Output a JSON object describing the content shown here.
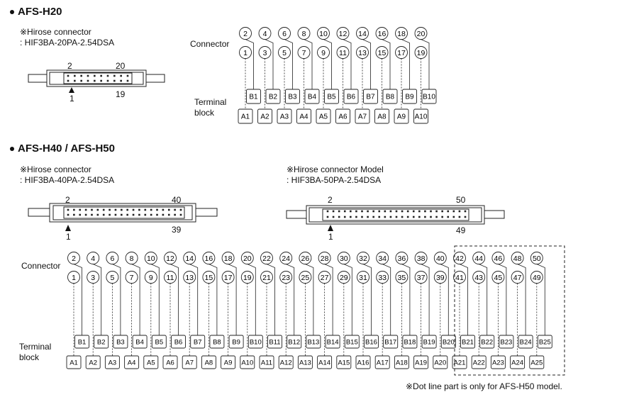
{
  "s1": {
    "title": "AFS-H20",
    "note1": "※Hirose connector",
    "note2": ": HIF3BA-20PA-2.54DSA",
    "pin_2": "2",
    "pin_20": "20",
    "pin_1": "1",
    "pin_19": "19",
    "connector_label": "Connector",
    "terminal_label_1": "Terminal",
    "terminal_label_2": "block",
    "top_pins": [
      "2",
      "4",
      "6",
      "8",
      "10",
      "12",
      "14",
      "16",
      "18",
      "20"
    ],
    "bottom_pins": [
      "1",
      "3",
      "5",
      "7",
      "9",
      "11",
      "13",
      "15",
      "17",
      "19"
    ],
    "b_terms": [
      "B1",
      "B2",
      "B3",
      "B4",
      "B5",
      "B6",
      "B7",
      "B8",
      "B9",
      "B10"
    ],
    "a_terms": [
      "A1",
      "A2",
      "A3",
      "A4",
      "A5",
      "A6",
      "A7",
      "A8",
      "A9",
      "A10"
    ]
  },
  "s2": {
    "title": "AFS-H40 / AFS-H50",
    "c40_note1": "※Hirose connector",
    "c40_note2": ": HIF3BA-40PA-2.54DSA",
    "c40_pin_2": "2",
    "c40_pin_40": "40",
    "c40_pin_1": "1",
    "c40_pin_39": "39",
    "c50_note1": "※Hirose connector Model",
    "c50_note2": ": HIF3BA-50PA-2.54DSA",
    "c50_pin_2": "2",
    "c50_pin_50": "50",
    "c50_pin_1": "1",
    "c50_pin_49": "49",
    "connector_label": "Connector",
    "terminal_label_1": "Terminal",
    "terminal_label_2": "block",
    "top_pins": [
      "2",
      "4",
      "6",
      "8",
      "10",
      "12",
      "14",
      "16",
      "18",
      "20",
      "22",
      "24",
      "26",
      "28",
      "30",
      "32",
      "34",
      "36",
      "38",
      "40",
      "42",
      "44",
      "46",
      "48",
      "50"
    ],
    "bottom_pins": [
      "1",
      "3",
      "5",
      "7",
      "9",
      "11",
      "13",
      "15",
      "17",
      "19",
      "21",
      "23",
      "25",
      "27",
      "29",
      "31",
      "33",
      "35",
      "37",
      "39",
      "41",
      "43",
      "45",
      "47",
      "49"
    ],
    "b_terms": [
      "B1",
      "B2",
      "B3",
      "B4",
      "B5",
      "B6",
      "B7",
      "B8",
      "B9",
      "B10",
      "B11",
      "B12",
      "B13",
      "B14",
      "B15",
      "B16",
      "B17",
      "B18",
      "B19",
      "B20",
      "B21",
      "B22",
      "B23",
      "B24",
      "B25"
    ],
    "a_terms": [
      "A1",
      "A2",
      "A3",
      "A4",
      "A5",
      "A6",
      "A7",
      "A8",
      "A9",
      "A10",
      "A11",
      "A12",
      "A13",
      "A14",
      "A15",
      "A16",
      "A17",
      "A18",
      "A19",
      "A20",
      "A21",
      "A22",
      "A23",
      "A24",
      "A25"
    ],
    "footnote": "※Dot line part is only for AFS-H50 model."
  }
}
